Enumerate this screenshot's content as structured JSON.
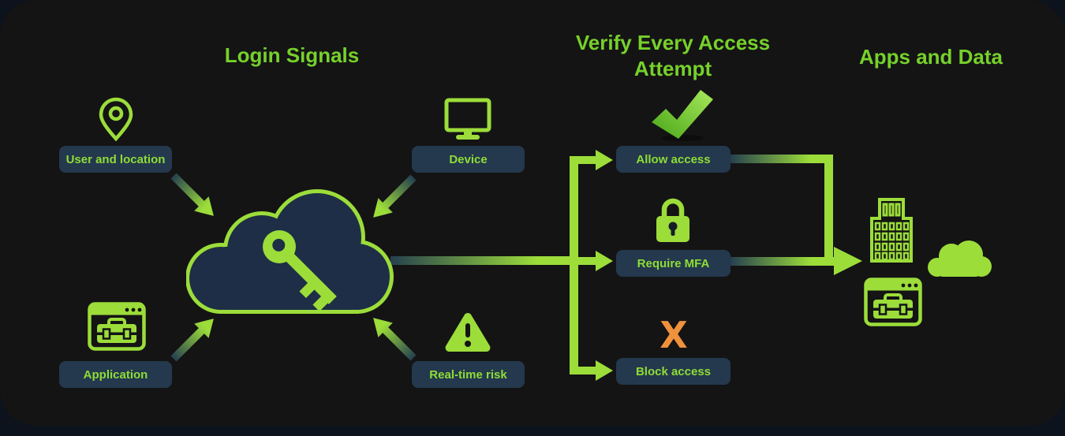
{
  "colors": {
    "background": "#141414",
    "page_behind": "#0d131c",
    "accent_lime": "#9cdd3a",
    "title_green": "#76d12b",
    "label_text_green": "#8edd35",
    "label_navy": "#24384e",
    "cloud_navy": "#1e2e46",
    "block_orange": "#f0913c",
    "gradient_dark_end": "#26404f"
  },
  "sections": {
    "login_signals": {
      "title": "Login Signals",
      "items": [
        {
          "label": "User and location",
          "icon": "location-pin-icon"
        },
        {
          "label": "Device",
          "icon": "monitor-icon"
        },
        {
          "label": "Application",
          "icon": "app-window-icon"
        },
        {
          "label": "Real-time risk",
          "icon": "warning-triangle-icon"
        }
      ]
    },
    "verify": {
      "title": "Verify Every Access Attempt",
      "outcomes": [
        {
          "label": "Allow access",
          "icon": "check-icon"
        },
        {
          "label": "Require MFA",
          "icon": "lock-icon"
        },
        {
          "label": "Block access",
          "icon": "x-icon",
          "icon_glyph": "X"
        }
      ]
    },
    "apps_and_data": {
      "title": "Apps and Data",
      "icons": [
        "building-icon",
        "cloud-icon",
        "briefcase-app-icon"
      ]
    }
  },
  "center": {
    "icon": "cloud-key-icon"
  }
}
